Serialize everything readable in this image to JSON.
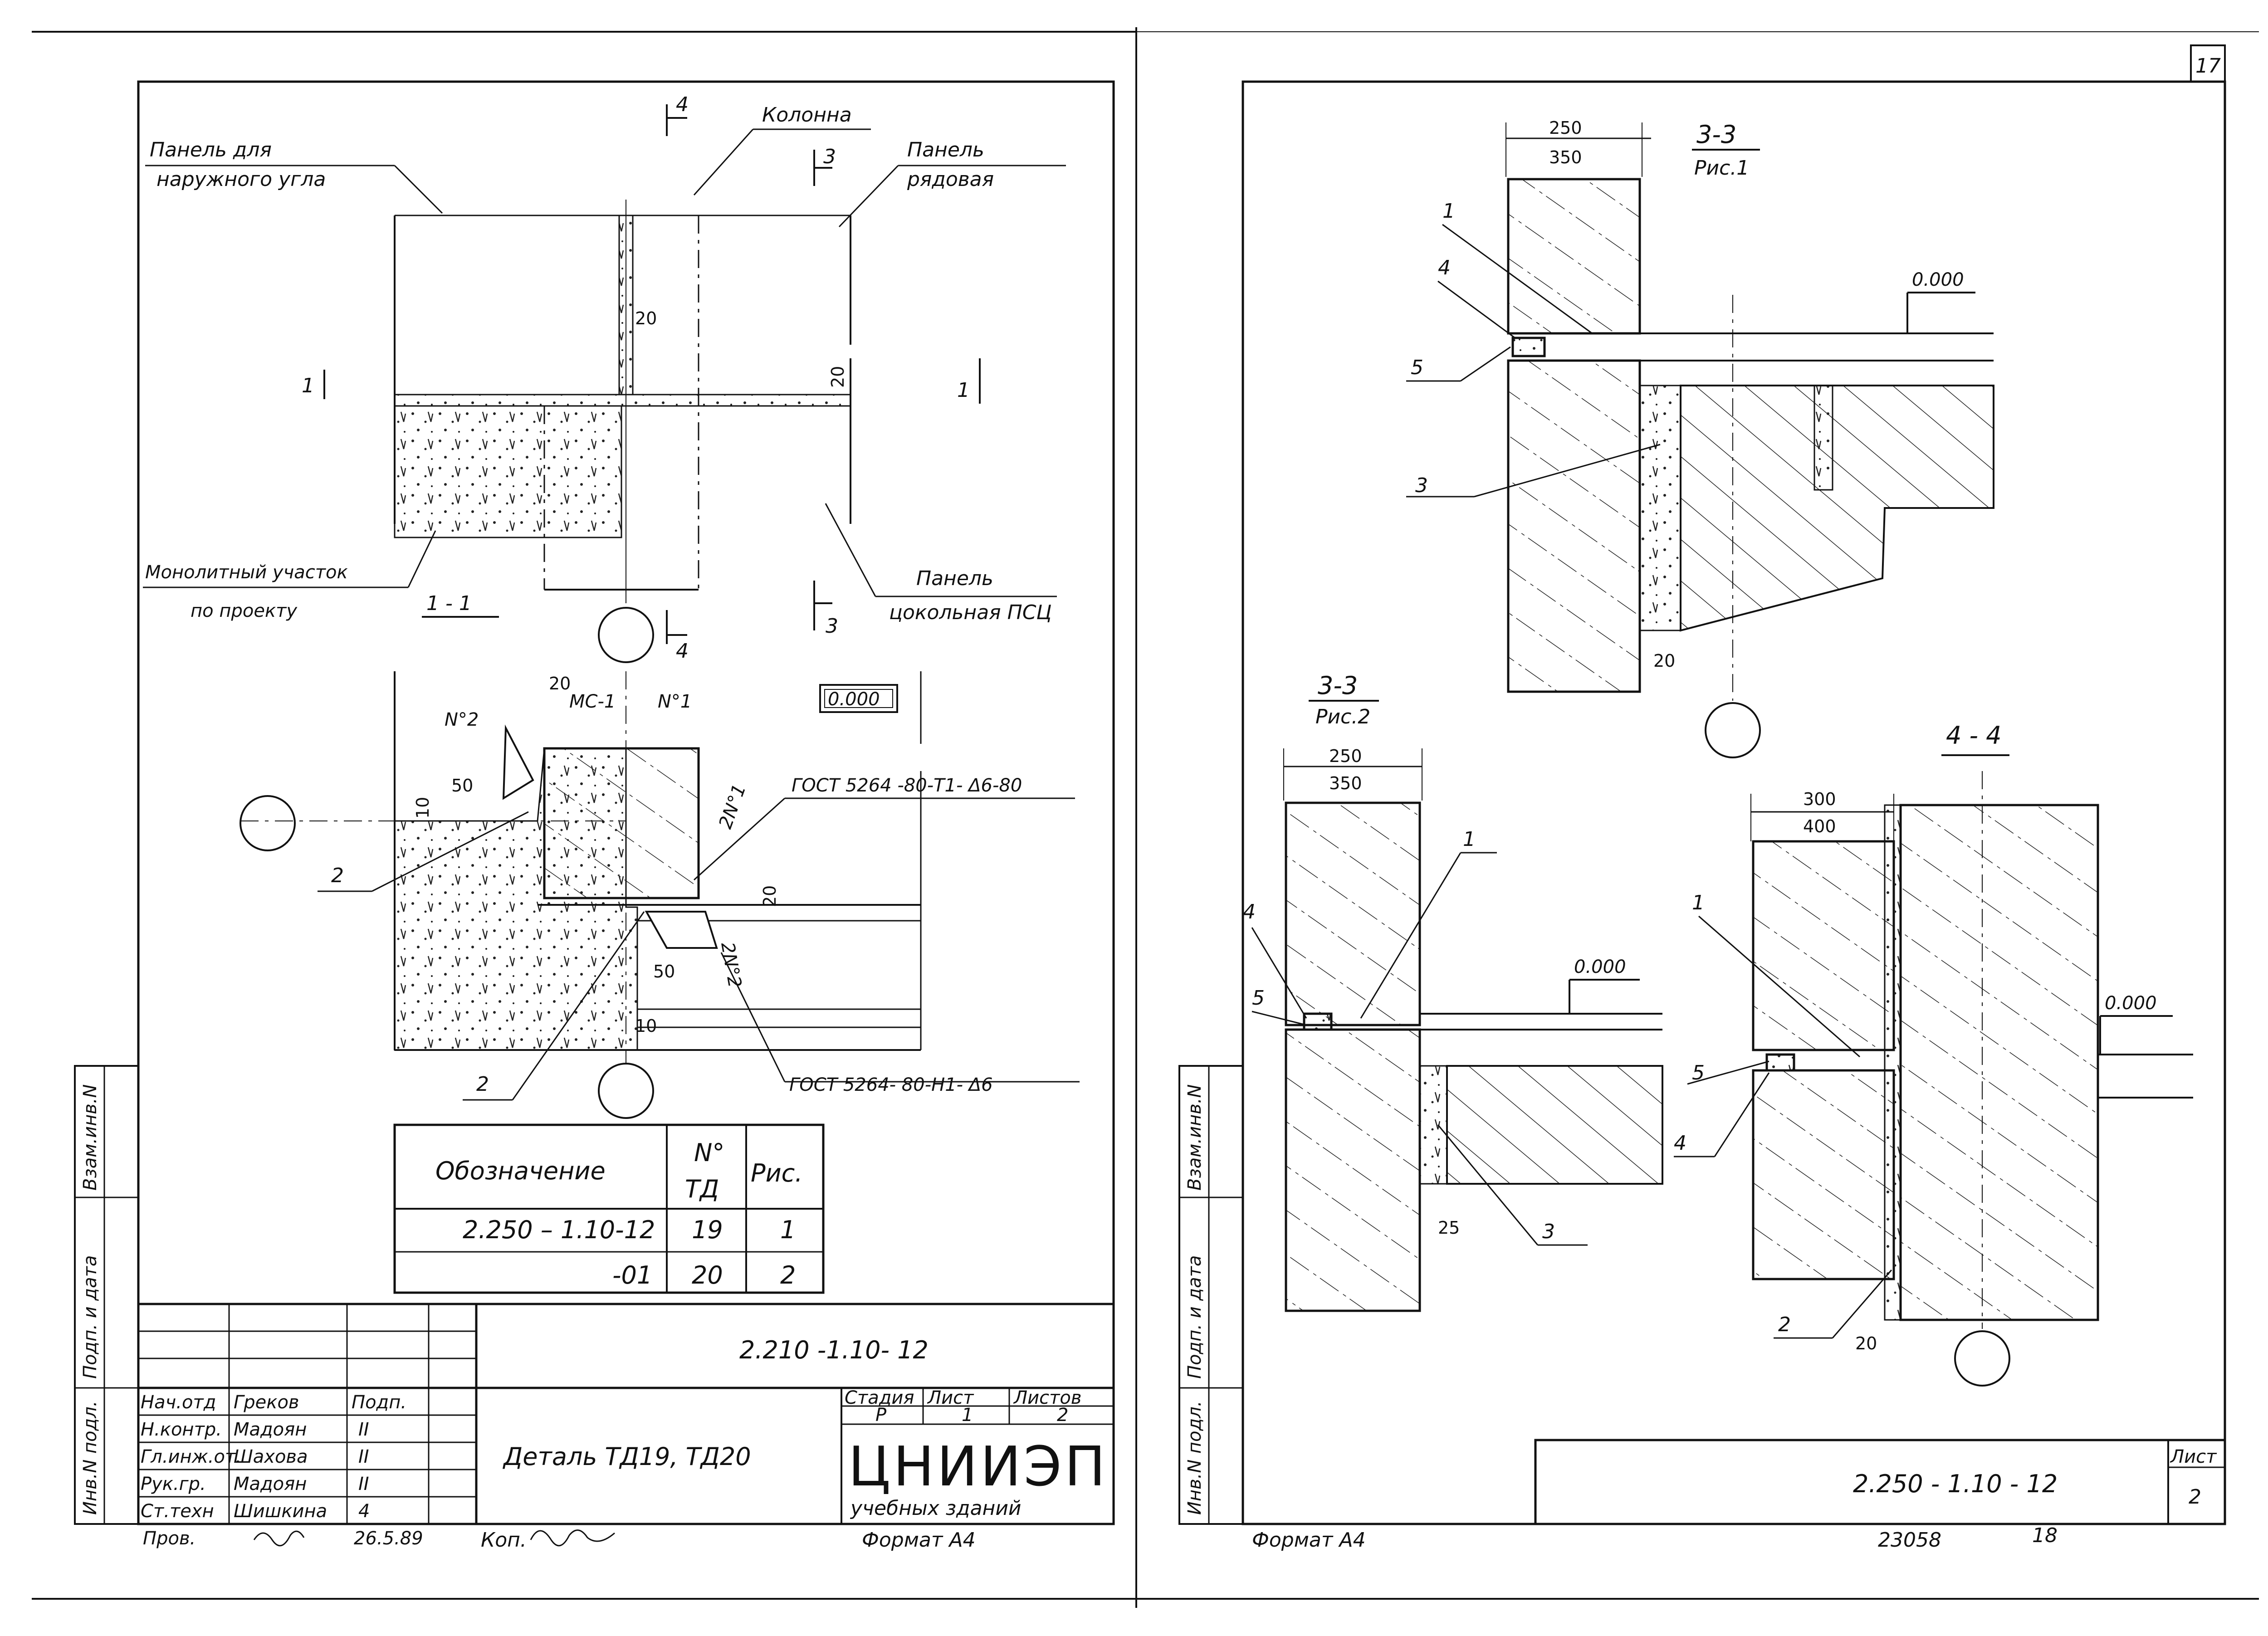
{
  "sheet_corner_number": "17",
  "left_sheet": {
    "labels": {
      "panel_outer_corner_1": "Панель для",
      "panel_outer_corner_2": "наружного угла",
      "column": "Колонна",
      "panel_row_1": "Панель",
      "panel_row_2": "рядовая",
      "monolith_1": "Монолитный участок",
      "monolith_2": "по проекту",
      "panel_plinth_1": "Панель",
      "panel_plinth_2": "цокольная ПСЦ",
      "section_1_1": "1 - 1",
      "mark_1": "1",
      "mark_3": "3",
      "mark_4": "4",
      "dim_20": "20",
      "dim_50": "50",
      "dim_10": "10",
      "level": "0.000",
      "ms1": "МС-1",
      "n1": "N°1",
      "n2": "N°2",
      "two_n1": "2N°1",
      "two_n2": "2N°2",
      "callout_2": "2",
      "gost_1": "ГОСТ 5264 -80-Т1- Δ6-80",
      "gost_2": "ГОСТ 5264- 80-Н1- Δ6"
    },
    "table": {
      "h_designation": "Обозначение",
      "h_no_1": "N°",
      "h_no_2": "ТД",
      "h_fig": "Рис.",
      "rows": [
        {
          "designation": "2.250  –  1.10-12",
          "td": "19",
          "fig": "1"
        },
        {
          "designation": "-01",
          "td": "20",
          "fig": "2"
        }
      ]
    },
    "side_stamp": [
      "Инв.N подл.",
      "Подп. и дата",
      "Взам.инв.N"
    ],
    "title_block": {
      "code": "2.210 -1.10- 12",
      "title": "Деталь ТД19, ТД20",
      "stage_h": "Стадия",
      "sheet_h": "Лист",
      "sheets_h": "Листов",
      "stage": "Р",
      "sheet": "1",
      "sheets": "2",
      "org": "ЦНИИЭП",
      "org_sub": "учебных зданий",
      "roles": [
        {
          "role": "Нач.отд",
          "name": "Греков",
          "sign": "Подп."
        },
        {
          "role": "Н.контр.",
          "name": "Мадоян",
          "sign": "II"
        },
        {
          "role": "Гл.инж.от.",
          "name": "Шахова",
          "sign": "II"
        },
        {
          "role": "Рук.гр.",
          "name": "Мадоян",
          "sign": "II"
        },
        {
          "role": "Ст.техн",
          "name": "Шишкина",
          "sign": "4"
        }
      ],
      "prov": "Пров.",
      "date": "26.5.89",
      "kop": "Коп.",
      "format": "Формат А4"
    }
  },
  "right_sheet": {
    "s33_fig1": {
      "title": "3-3",
      "sub": "Рис.1",
      "d1": "250",
      "d2": "350",
      "level": "0.000",
      "c1": "1",
      "c4": "4",
      "c5": "5",
      "c3": "3",
      "d20": "20"
    },
    "s33_fig2": {
      "title": "3-3",
      "sub": "Рис.2",
      "d1": "250",
      "d2": "350",
      "level": "0.000",
      "c1": "1",
      "c4": "4",
      "c5": "5",
      "c3": "3",
      "d25": "25"
    },
    "s44": {
      "title": "4 - 4",
      "d1": "300",
      "d2": "400",
      "level": "0.000",
      "c1": "1",
      "c5": "5",
      "c4": "4",
      "c2": "2",
      "d20": "20"
    },
    "code": "2.250 - 1.10 - 12",
    "sheet_h": "Лист",
    "sheet": "2",
    "format": "Формат А4",
    "inv": "23058",
    "page": "18"
  }
}
